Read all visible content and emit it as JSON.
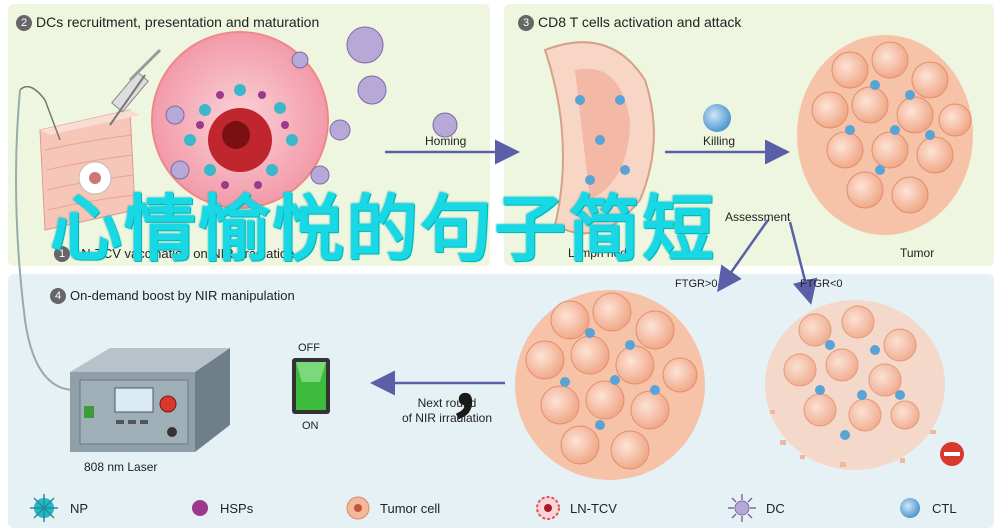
{
  "panels": {
    "p2": {
      "number": "2",
      "title": "DCs recruitment, presentation and maturation"
    },
    "p3": {
      "number": "3",
      "title": "CD8 T cells activation and attack"
    },
    "p1": {
      "number": "1",
      "title": "LN-TCV vaccination on NIR irradiation"
    },
    "p4": {
      "number": "4",
      "title": "On-demand boost by NIR manipulation"
    }
  },
  "labels": {
    "homing": "Homing",
    "killing": "Killing",
    "assessment": "Assessment",
    "lymph_node": "Lymph node",
    "tumor": "Tumor",
    "ftgr_pos": "FTGR>0",
    "ftgr_neg": "FTGR<0",
    "next_round_1": "Next round",
    "next_round_2": "of NIR irradiation",
    "off": "OFF",
    "on": "ON",
    "laser": "808 nm Laser"
  },
  "overlay_text": "心情愉悦的句子简短",
  "comma": "，",
  "legend": [
    {
      "icon": "np-icon",
      "label": "NP",
      "color": "#29b6c6"
    },
    {
      "icon": "hsps-icon",
      "label": "HSPs",
      "color": "#9b3a8c"
    },
    {
      "icon": "tumor-cell-icon",
      "label": "Tumor cell",
      "color": "#f3b79a"
    },
    {
      "icon": "ln-tcv-icon",
      "label": "LN-TCV",
      "color": "#d9534f"
    },
    {
      "icon": "dc-icon",
      "label": "DC",
      "color": "#9d8ac4"
    },
    {
      "icon": "ctl-icon",
      "label": "CTL",
      "color": "#5aa3d6"
    }
  ],
  "colors": {
    "overlay": "#19d8e6",
    "panel_green": "#eef6df",
    "panel_blue": "#e6f1f6",
    "arrow": "#5a5fa8"
  }
}
